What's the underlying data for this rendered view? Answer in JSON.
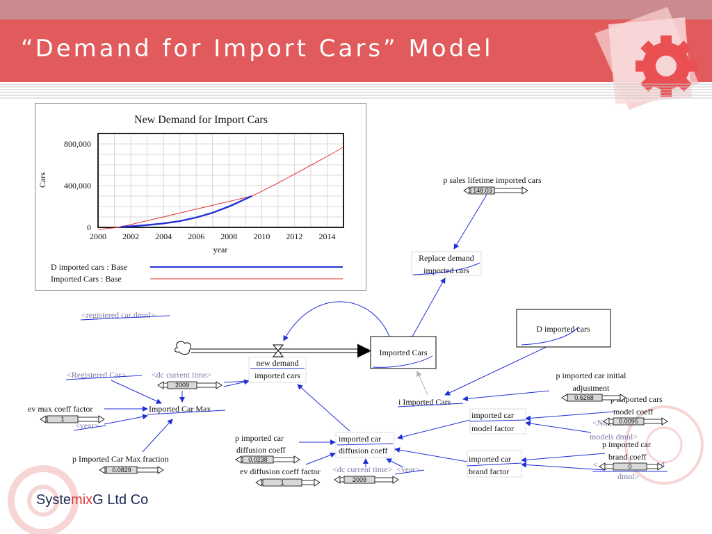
{
  "slide": {
    "title": "“Demand for Import Cars” Model",
    "brand_part1": "Syste",
    "brand_part2": "mix",
    "brand_part3": "G",
    "brand_part4": " Ltd Co"
  },
  "chart_data": {
    "type": "line",
    "title": "New Demand for Import Cars",
    "ylabel": "Cars",
    "xlabel": "year",
    "xlim": [
      2000,
      2015
    ],
    "ylim": [
      0,
      900000
    ],
    "x_ticks": [
      2000,
      2002,
      2004,
      2006,
      2008,
      2010,
      2012,
      2014
    ],
    "x_tick_labels": [
      "2000",
      "2002",
      "2004",
      "2006",
      "2008",
      "2010",
      "2012",
      "2014"
    ],
    "y_ticks": [
      0,
      400000,
      800000
    ],
    "y_tick_labels": [
      "0",
      "400,000",
      "800,000"
    ],
    "grid": true,
    "legend_position": "bottom",
    "series": [
      {
        "name": "D imported cars : Base",
        "color": "#1f2fd6",
        "x": [
          2001.4,
          2002,
          2003,
          2004,
          2005,
          2006,
          2007,
          2008,
          2008.5,
          2009,
          2009.4
        ],
        "values": [
          5000,
          10000,
          22000,
          38000,
          60000,
          95000,
          140000,
          200000,
          235000,
          272000,
          300000
        ]
      },
      {
        "name": "Imported Cars : Base",
        "color": "#e53935",
        "x": [
          2000,
          2001,
          2001.4,
          2009.4,
          2010,
          2011,
          2012,
          2013,
          2014,
          2015
        ],
        "values": [
          -20000,
          -5000,
          5000,
          300000,
          345000,
          425000,
          510000,
          595000,
          680000,
          770000
        ]
      }
    ]
  },
  "diagram": {
    "nodes": {
      "p_sales_lifetime": "p sales lifetime imported cars",
      "p_sales_lifetime_value": "148.03",
      "replace_demand_1": "Replace demand",
      "replace_demand_2": "imported cars",
      "registered_car_dmnl": "<registered car dmnl>",
      "imported_cars_stock": "Imported Cars",
      "d_imported_cars": "D imported cars",
      "new_demand_1": "new demand",
      "new_demand_2": "imported cars",
      "registered_car": "<Registered Car>",
      "dc_current_time": "<dc current time>",
      "dc_current_time_value": "2009",
      "imported_car_max": "Imported Car Max",
      "ev_max_coeff_factor": "ev max coeff factor",
      "ev_max_coeff_value": "1",
      "year_shadow": "<year>",
      "p_imported_car_max_fraction": "p Imported Car Max fraction",
      "p_imported_car_max_fraction_value": "0.0829",
      "i_imported_cars": "i Imported Cars",
      "p_initial_adjustment_1": "p imported car initial",
      "p_initial_adjustment_2": "adjustment",
      "p_initial_adjustment_value": "0.6268",
      "imported_car_model_factor_1": "imported car",
      "imported_car_model_factor_2": "model factor",
      "p_model_coeff_1": "p imported cars",
      "p_model_coeff_2": "model coeff",
      "p_model_coeff_value": "0.0095",
      "number_models_dmnl_1": "<Number of",
      "number_models_dmnl_2": "models dmnl>",
      "p_diffusion_coeff_1": "p imported car",
      "p_diffusion_coeff_2": "diffusion coeff",
      "p_diffusion_coeff_value": "0.0238",
      "diffusion_coeff_1": "imported car",
      "diffusion_coeff_2": "diffusion coeff",
      "ev_diffusion_coeff_factor": "ev diffusion coeff factor",
      "ev_diffusion_coeff_value": "1",
      "dc_current_time_2": "<dc current time>",
      "year_shadow_2": "<year>",
      "dc_current_time_2_value": "2009",
      "brand_factor_1": "imported car",
      "brand_factor_2": "brand factor",
      "p_brand_coeff_1": "p imported car",
      "p_brand_coeff_2": "brand coeff",
      "p_brand_coeff_value": "0",
      "brand_shadow_1": "<",
      "brand_shadow_2": "d",
      "brand_shadow_3": "dmnl>"
    }
  }
}
